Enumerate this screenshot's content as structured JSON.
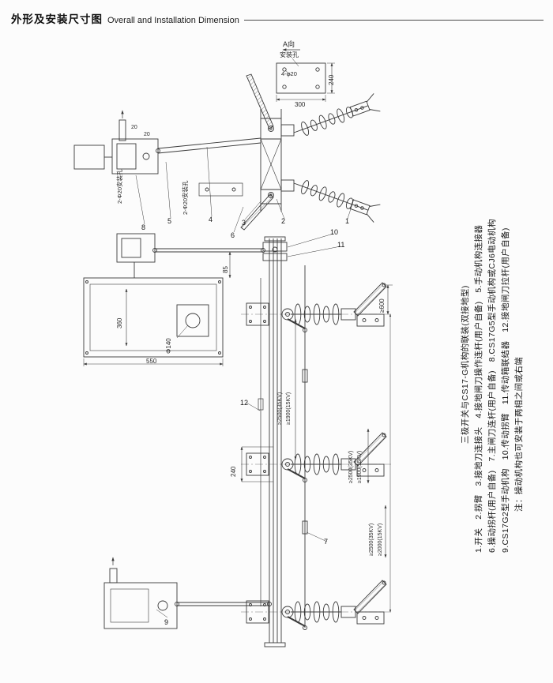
{
  "header": {
    "title_cn": "外形及安装尺寸图",
    "title_en": "Overall and Installation Dimension"
  },
  "detail_view": {
    "view_label": "A向",
    "hole_label": "安装孔",
    "dim_holes": "4-φ20",
    "dim_width": "300",
    "dim_height": "240"
  },
  "top_view": {
    "mount_holes_left": "2-Φ20安装孔",
    "mount_holes_right": "2-Φ20安装孔",
    "dim_20a": "20",
    "dim_20b": "20"
  },
  "side_view": {
    "dim_85": "85",
    "dim_550": "550",
    "dim_360": "360",
    "dim_phi140": "Φ140",
    "dim_600": "≥600",
    "dim_240": "240",
    "spacing1a": "≥2500(35KV)",
    "spacing1b": "≥1900(15KV)",
    "spacing2a": "≥2500(35KV)",
    "spacing2b": "≥1900(15KV)",
    "spacing3a": "≥2500(35KV)",
    "spacing3b": "≥2000(15KV)"
  },
  "callouts": {
    "c1": "1",
    "c2": "2",
    "c3": "3",
    "c4": "4",
    "c5": "5",
    "c6": "6",
    "c7": "7",
    "c8": "8",
    "c9": "9",
    "c10": "10",
    "c11": "11",
    "c12": "12"
  },
  "legend": {
    "caption": "三极开关与CS17-G机构的联装(双接地型)",
    "line1": "1.开关　2.拐臂　3.接地刀连接头　4.接地闸刀操作连杆(用户自备)　5.手动机构连接器",
    "line2": "6.操动拐杆(用户自备)　7.主闸刀连杆(用户自备)　8.CS17G5型手动机构或CJ6电动机构",
    "line3": "9.CS17G2型手动机构　10.传动拐臂　11.传动箱联结器　12.接地闸刀拉杆(用户自备)",
    "note": "注：操动机构也可安装于两相之间或右端"
  }
}
